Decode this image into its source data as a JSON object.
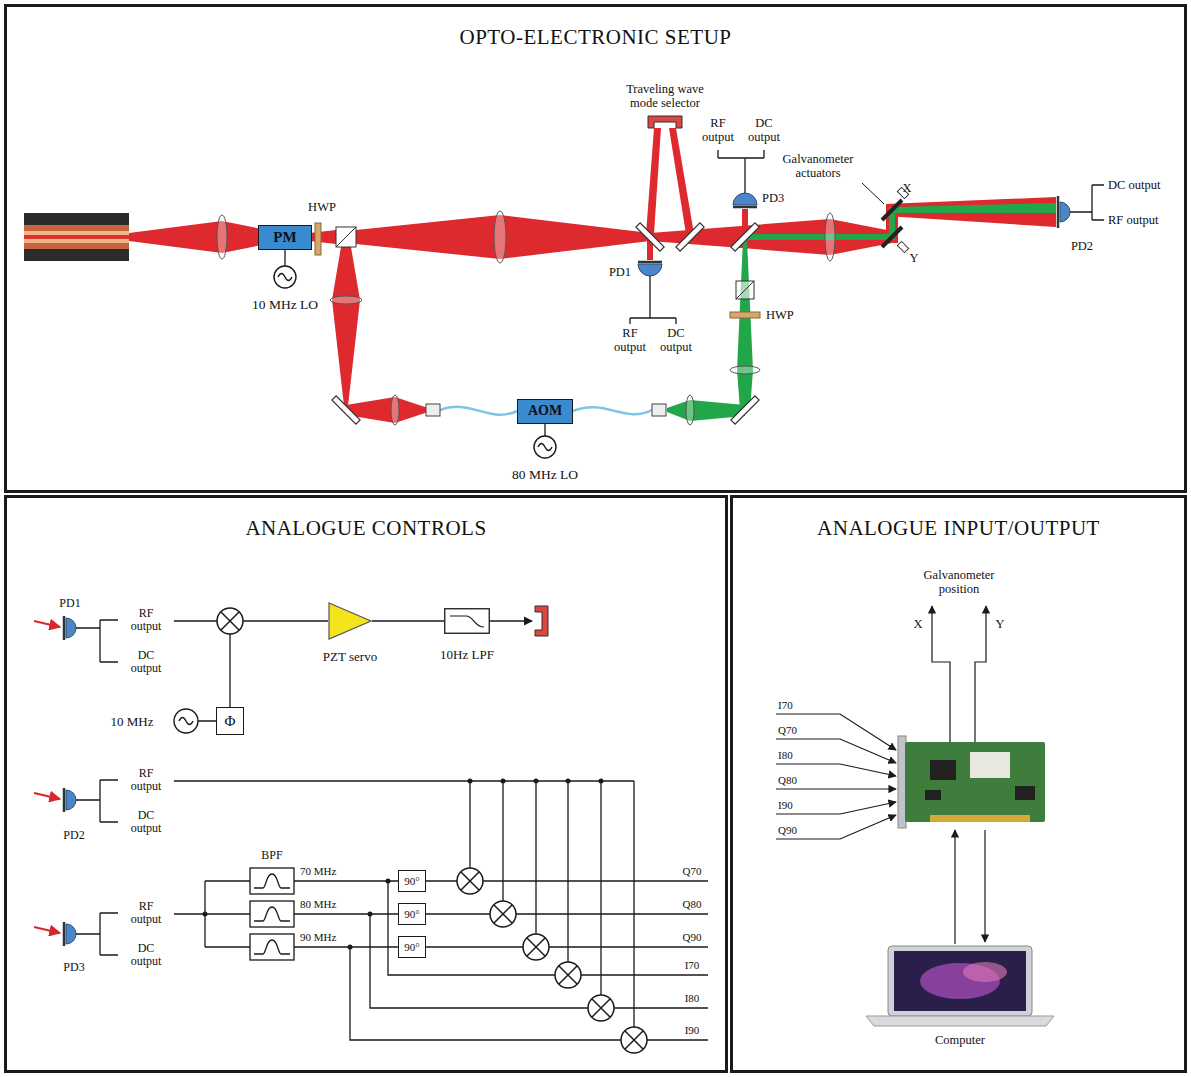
{
  "diagram": {
    "nodes": [
      {
        "text": [
          "OPTO-ELECTRONIC SETUP"
        ]
      },
      {
        "text": [
          "PM"
        ],
        "in": 0
      },
      {
        "text": [
          "AOM"
        ],
        "in": 0
      },
      {
        "text": [
          "ANALOGUE CONTROLS"
        ]
      },
      {
        "text": [
          "PZT servo"
        ],
        "in": 3
      },
      {
        "text": [
          "10Hz LPF"
        ],
        "in": 3
      },
      {
        "text": [
          "Φ"
        ],
        "in": 3
      },
      {
        "text": [
          "90°"
        ],
        "in": 3
      },
      {
        "text": [
          "90°"
        ],
        "in": 3
      },
      {
        "text": [
          "90°"
        ],
        "in": 3
      },
      {
        "text": [
          "ANALOGUE INPUT/OUTPUT"
        ]
      }
    ],
    "edges": [
      {
        "from": 4,
        "to": 5,
        "arrow": "none"
      }
    ],
    "labels": [
      "Traveling wave mode selector",
      "RF output",
      "DC output",
      "Galvanometer actuators",
      "X",
      "Y",
      "PD3",
      "HWP",
      "PD1",
      "RF output",
      "DC output",
      "10 MHz LO",
      "HWP",
      "80 MHz LO",
      "DC output",
      "RF output",
      "PD2",
      "PD1",
      "RF output",
      "DC output",
      "10 MHz",
      "RF output",
      "DC output",
      "PD2",
      "BPF",
      "70 MHz",
      "80 MHz",
      "90 MHz",
      "RF output",
      "DC output",
      "PD3",
      "Q70",
      "Q80",
      "Q90",
      "I70",
      "I80",
      "I90",
      "Galvanometer position",
      "X",
      "Y",
      "I70",
      "Q70",
      "I80",
      "Q80",
      "I90",
      "Q90",
      "Computer"
    ]
  }
}
